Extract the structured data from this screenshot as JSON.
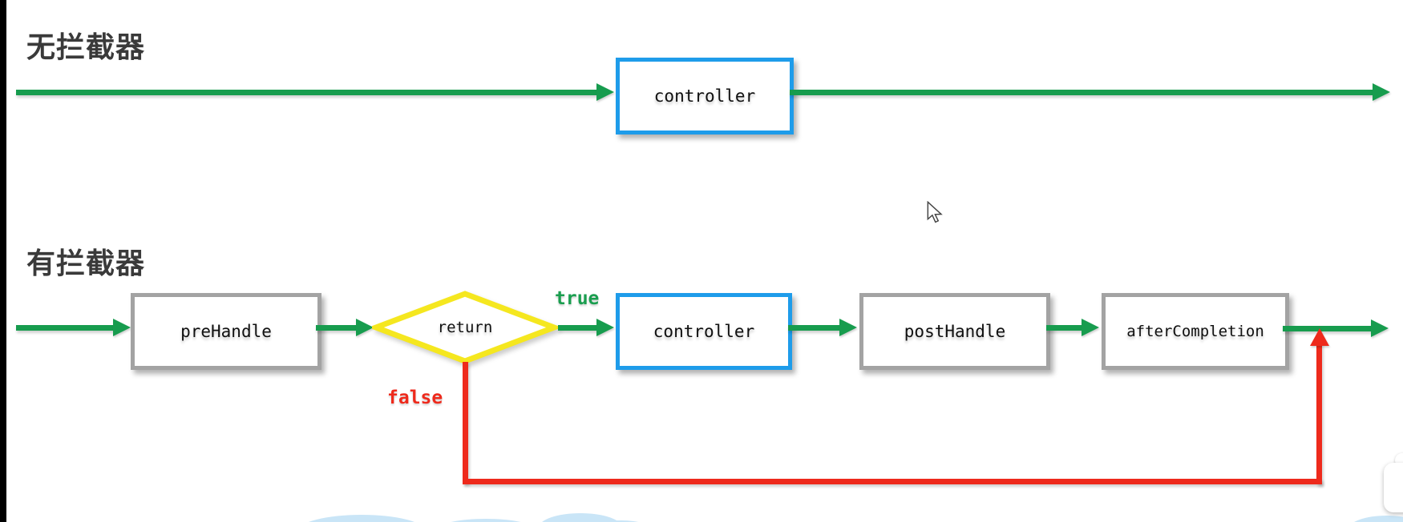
{
  "sections": {
    "no_interceptor": {
      "title": "无拦截器",
      "controller_label": "controller"
    },
    "with_interceptor": {
      "title": "有拦截器",
      "nodes": [
        {
          "id": "preHandle",
          "label": "preHandle",
          "shape": "rect",
          "border_color": "#a3a3a3"
        },
        {
          "id": "return",
          "label": "return",
          "shape": "diamond",
          "border_color": "#f5e71f"
        },
        {
          "id": "controller",
          "label": "controller",
          "shape": "rect",
          "border_color": "#1e9cea"
        },
        {
          "id": "postHandle",
          "label": "postHandle",
          "shape": "rect",
          "border_color": "#a3a3a3"
        },
        {
          "id": "afterCompletion",
          "label": "afterCompletion",
          "shape": "rect",
          "border_color": "#a3a3a3"
        }
      ],
      "branch_true": "true",
      "branch_false": "false"
    }
  },
  "colors": {
    "flow_arrow_green": "#179c4e",
    "false_path_red": "#ee2a1c",
    "controller_border_blue": "#1e9cea",
    "handler_border_gray": "#a3a3a3",
    "decision_border_yellow": "#f5e71f",
    "title_text": "#3a3a3a",
    "cloud_blue": "#c9e5f7"
  },
  "icons": {
    "mouse_cursor": "arrow-pointer"
  }
}
